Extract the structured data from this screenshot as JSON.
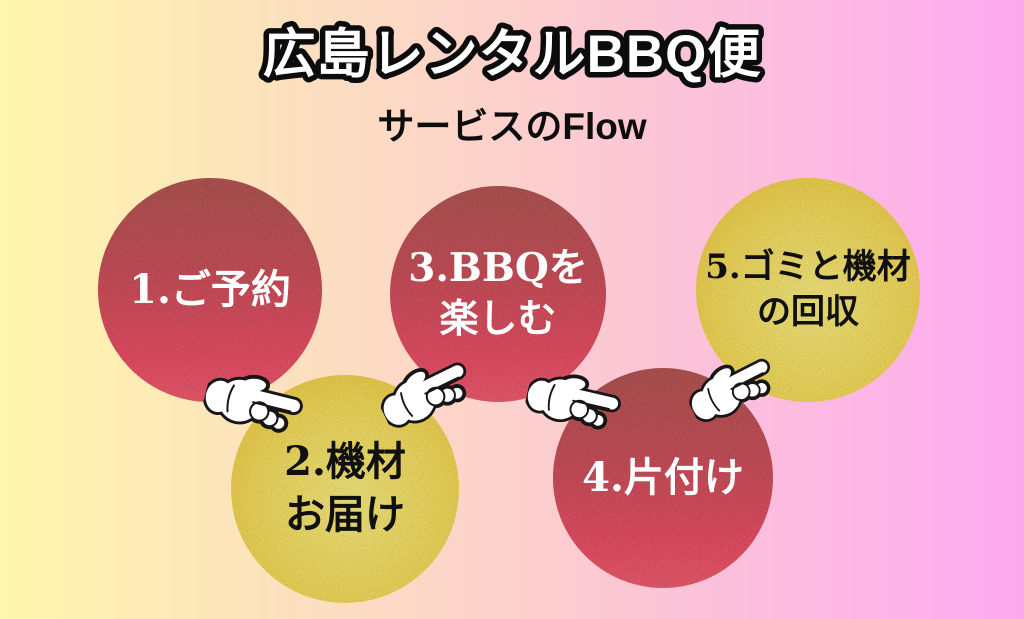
{
  "header": {
    "title": "広島レンタルBBQ便",
    "subtitle": "サービスのFlow"
  },
  "flow": {
    "steps": [
      {
        "id": 1,
        "line1": "1.ご予約",
        "line2": "",
        "variant": "red"
      },
      {
        "id": 2,
        "line1": "2.機材",
        "line2": "お届け",
        "variant": "yellow"
      },
      {
        "id": 3,
        "line1": "3.BBQを",
        "line2": "楽しむ",
        "variant": "red"
      },
      {
        "id": 4,
        "line1": "4.片付け",
        "line2": "",
        "variant": "red"
      },
      {
        "id": 5,
        "line1": "5.ゴミと機材",
        "line2": "の回収",
        "variant": "yellow"
      }
    ],
    "connector_icon": "pointing-hand-icon",
    "connector_count": 4
  },
  "colors": {
    "background_left": "#fdf6ac",
    "background_right": "#fcaaf0",
    "red_circle_top": "#bb5a58",
    "red_circle_bottom": "#fb6174",
    "yellow_circle_center": "#f9ec80",
    "yellow_circle_edge": "#edc43a",
    "red_circle_text": "#ffffff",
    "yellow_circle_text": "#101010",
    "title_fill": "#ffffff",
    "title_outline": "#0c0c0c",
    "subtitle_text": "#0d0d0d",
    "hand_fill": "#ffffff",
    "hand_outline": "#161616"
  }
}
